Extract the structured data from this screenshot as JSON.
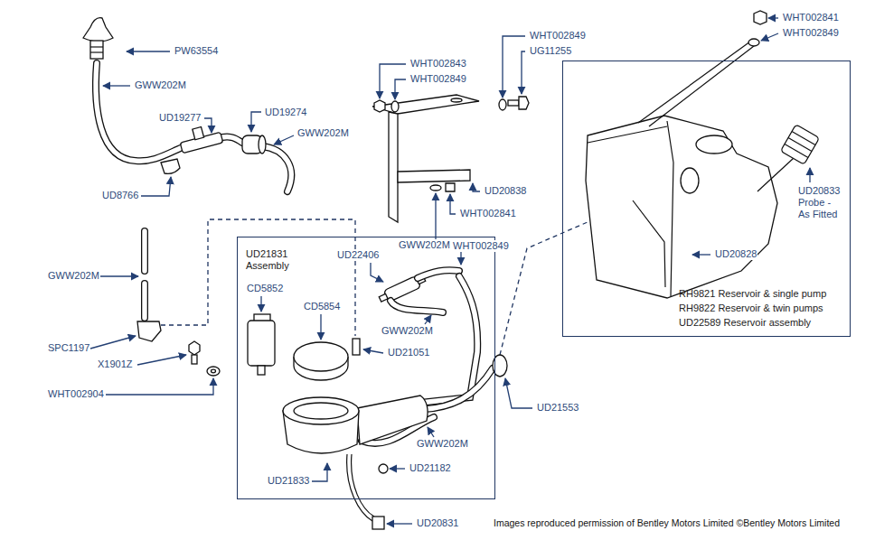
{
  "diagram": {
    "caption": "Images reproduced permission of Bentley Motors Limited ©Bentley Motors Limited",
    "nodes": [
      {
        "text": [
          "UD21831 Assembly"
        ]
      },
      {
        "text": [
          "RH9821 Reservoir & single pump",
          "RH9822 Reservoir & twin pumps",
          "UD22589 Reservoir assembly"
        ]
      }
    ],
    "labels": [
      "PW63554",
      "GWW202M",
      "UD19277",
      "UD19274",
      "GWW202M",
      "UD8766",
      "WHT002843",
      "WHT002849",
      "WHT002849",
      "UG11255",
      "UD20838",
      "WHT002841",
      "WHT002849",
      "WHT002841",
      "WHT002849",
      "UD20833 Probe - As Fitted",
      "UD20828",
      "GWW202M",
      "GWW202M",
      "UD22406",
      "CD5852",
      "CD5854",
      "GWW202M",
      "UD21051",
      "SPC1197",
      "X1901Z",
      "WHT002904",
      "UD21553",
      "GWW202M",
      "UD21182",
      "UD21833",
      "UD20831"
    ]
  }
}
